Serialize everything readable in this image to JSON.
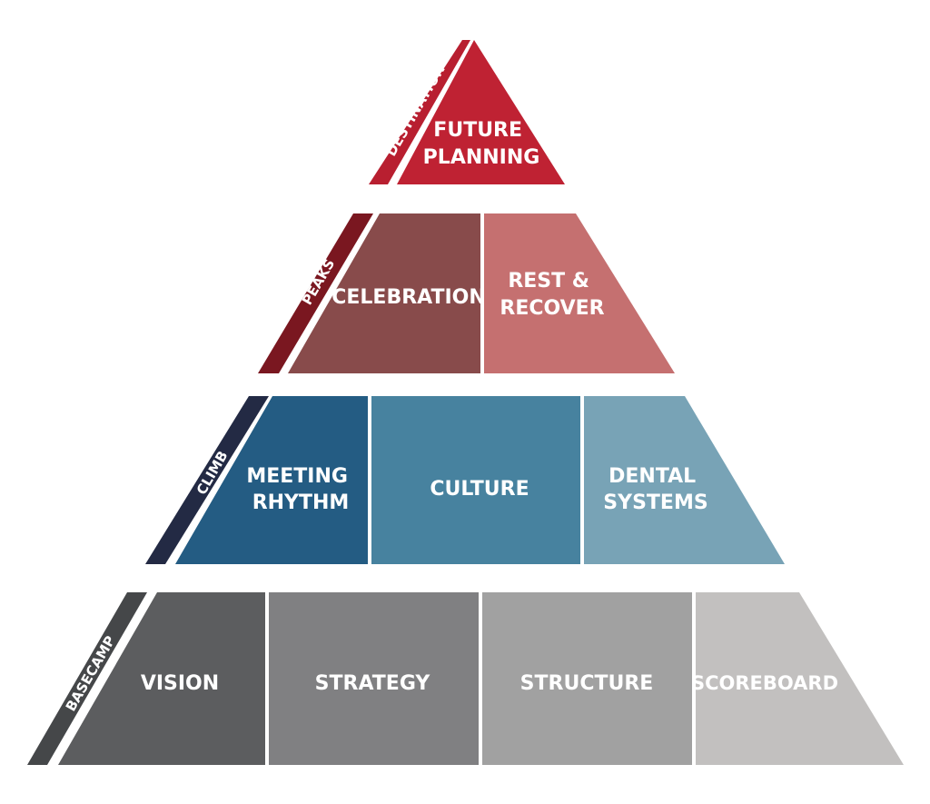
{
  "diagram": {
    "tiers": [
      {
        "id": "destination",
        "label": "DESTINATION",
        "strip_color": "#b81f30",
        "cells": [
          {
            "id": "future-planning",
            "lines": [
              "FUTURE",
              "PLANNING"
            ],
            "color": "#bf2233"
          }
        ]
      },
      {
        "id": "peaks",
        "label": "PEAKS",
        "strip_color": "#7a1720",
        "cells": [
          {
            "id": "celebration",
            "lines": [
              "CELEBRATION"
            ],
            "color": "#884b4b"
          },
          {
            "id": "rest-recover",
            "lines": [
              "REST &",
              "RECOVER"
            ],
            "color": "#c57070"
          }
        ]
      },
      {
        "id": "climb",
        "label": "CLIMB",
        "strip_color": "#232a44",
        "cells": [
          {
            "id": "meeting-rhythm",
            "lines": [
              "MEETING",
              "RHYTHM"
            ],
            "color": "#245c83"
          },
          {
            "id": "culture",
            "lines": [
              "CULTURE"
            ],
            "color": "#47829f"
          },
          {
            "id": "dental-systems",
            "lines": [
              "DENTAL",
              "SYSTEMS"
            ],
            "color": "#78a3b6"
          }
        ]
      },
      {
        "id": "basecamp",
        "label": "BASECAMP",
        "strip_color": "#454749",
        "cells": [
          {
            "id": "vision",
            "lines": [
              "VISION"
            ],
            "color": "#5c5d5f"
          },
          {
            "id": "strategy",
            "lines": [
              "STRATEGY"
            ],
            "color": "#808082"
          },
          {
            "id": "structure",
            "lines": [
              "STRUCTURE"
            ],
            "color": "#a1a1a1"
          },
          {
            "id": "scoreboard",
            "lines": [
              "SCOREBOARD"
            ],
            "color": "#c2c0bf"
          }
        ]
      }
    ]
  }
}
